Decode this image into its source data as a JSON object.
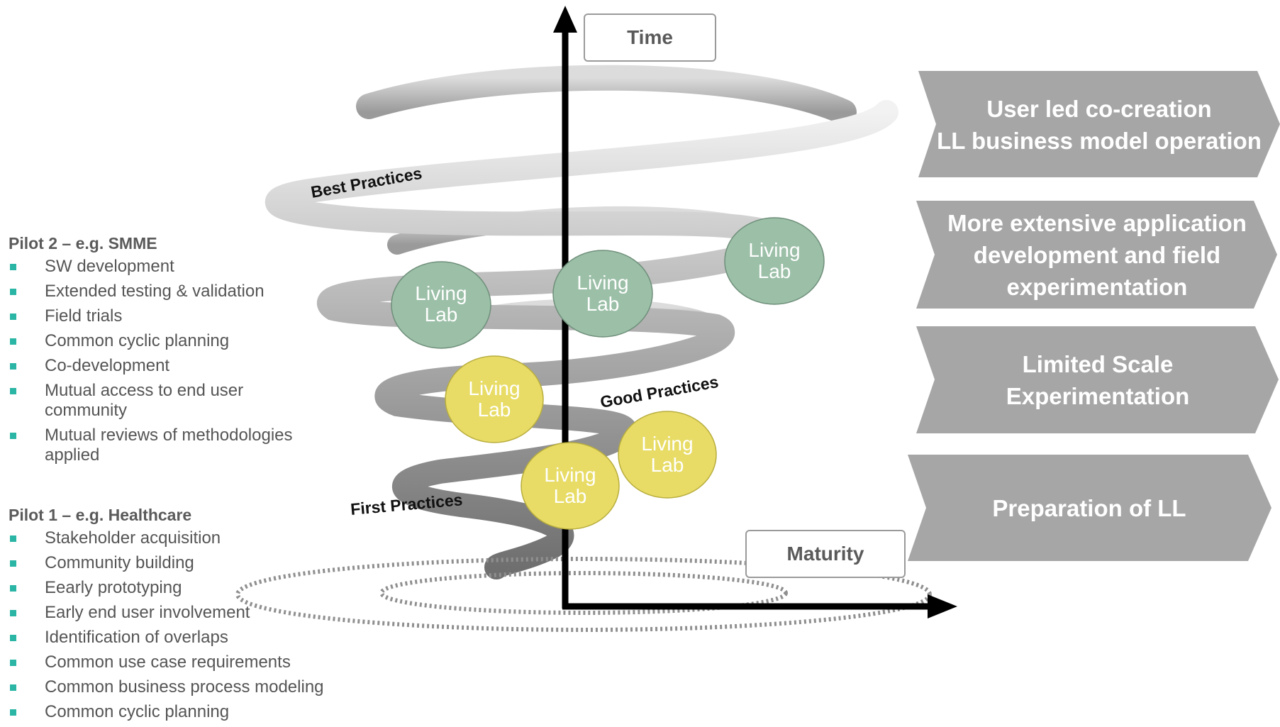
{
  "axis": {
    "time_label": "Time",
    "maturity_label": "Maturity"
  },
  "spiral_labels": {
    "best": "Best Practices",
    "good": "Good Practices",
    "first": "First Practices"
  },
  "living_lab_label": {
    "line1": "Living",
    "line2": "Lab"
  },
  "colors": {
    "green_lab": "#9bbfa7",
    "yellow_lab": "#e8dc66",
    "chevron": "#a6a6a6",
    "bullet": "#2bb5a5"
  },
  "stages": [
    {
      "lines": [
        "User led co-creation",
        "LL business model operation"
      ]
    },
    {
      "lines": [
        "More extensive application",
        "development and field",
        "experimentation"
      ]
    },
    {
      "lines": [
        "Limited Scale Experimentation"
      ]
    },
    {
      "lines": [
        "Preparation of LL"
      ]
    }
  ],
  "pilot2": {
    "title": "Pilot 2 – e.g. SMME",
    "items": [
      "SW development",
      "Extended testing & validation",
      "Field trials",
      "Common cyclic planning",
      "Co-development",
      "Mutual access to end user community",
      "Mutual reviews of methodologies applied"
    ]
  },
  "pilot1": {
    "title": "Pilot 1 – e.g. Healthcare",
    "items": [
      "Stakeholder acquisition",
      "Community building",
      "Eearly prototyping",
      "Early end user involvement",
      "Identification of overlaps",
      "Common use case requirements",
      "Common business process modeling",
      "Common cyclic planning"
    ]
  }
}
